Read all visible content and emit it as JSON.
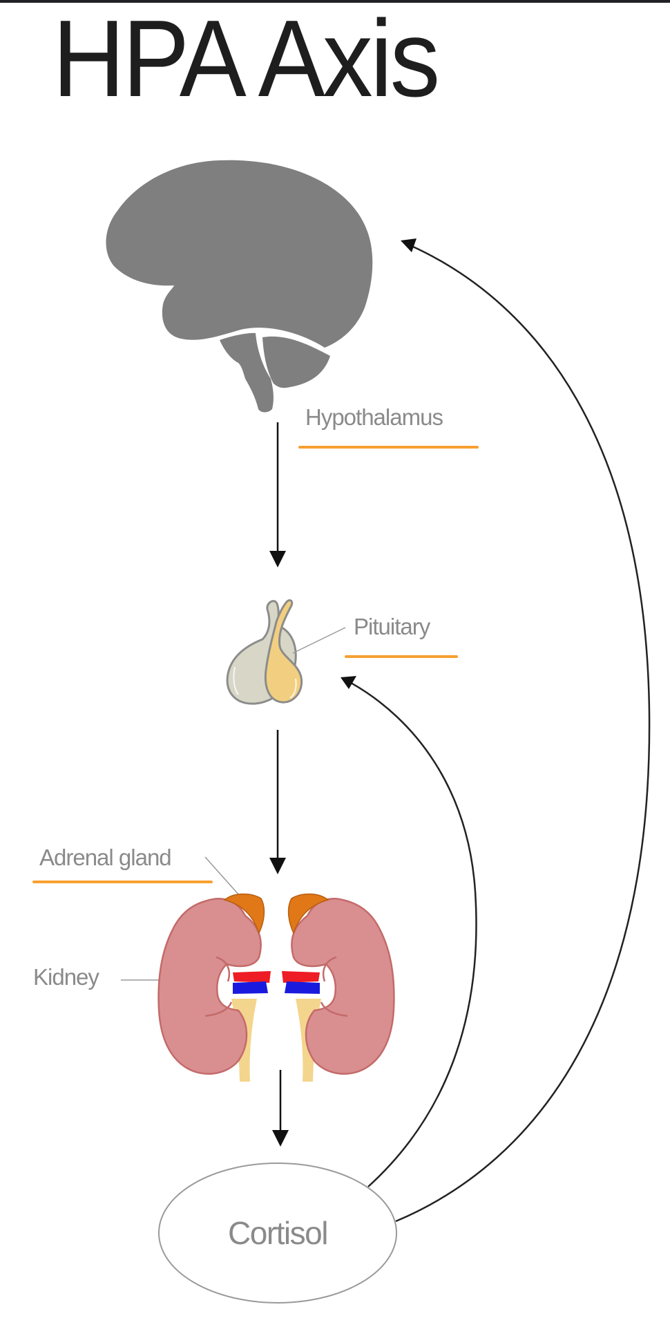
{
  "title": "HPA Axis",
  "labels": {
    "hypothalamus": "Hypothalamus",
    "pituitary": "Pituitary",
    "adrenal_gland": "Adrenal gland",
    "kidney": "Kidney",
    "cortisol": "Cortisol"
  },
  "colors": {
    "brain": "#7f7f7f",
    "label_underline": "#f7a030",
    "kidney_fill": "#d98f8f",
    "kidney_stroke": "#c46a6a",
    "adrenal": "#e07818",
    "artery": "#ee1c24",
    "vein": "#1a1adf",
    "ureter": "#f4d58d",
    "pituitary_anterior": "#d8d6c6",
    "pituitary_posterior": "#f2cf80",
    "arrow": "#111111",
    "label_text": "#8a8a8a"
  },
  "flow": [
    {
      "from": "Hypothalamus",
      "to": "Pituitary",
      "type": "stimulates"
    },
    {
      "from": "Pituitary",
      "to": "Adrenal gland",
      "type": "stimulates"
    },
    {
      "from": "Adrenal gland",
      "to": "Cortisol",
      "type": "releases"
    },
    {
      "from": "Cortisol",
      "to": "Pituitary",
      "type": "feedback"
    },
    {
      "from": "Cortisol",
      "to": "Hypothalamus",
      "type": "feedback"
    }
  ]
}
